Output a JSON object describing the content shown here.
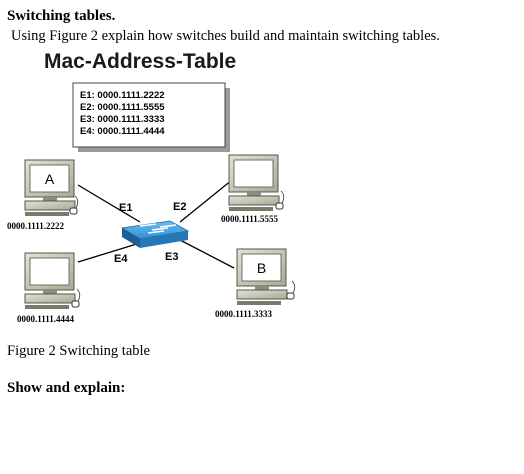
{
  "document": {
    "heading": "Switching tables.",
    "intro": "Using Figure 2 explain how switches build and maintain switching tables.",
    "caption": "Figure 2 Switching table",
    "prompt": "Show and explain:"
  },
  "figure": {
    "title": "Mac-Address-Table",
    "table_entries": [
      "E1: 0000.1111.2222",
      "E2: 0000.1111.5555",
      "E3: 0000.1111.3333",
      "E4: 0000.1111.4444"
    ],
    "ports": {
      "e1": "E1",
      "e2": "E2",
      "e3": "E3",
      "e4": "E4"
    },
    "hosts": {
      "top_left": {
        "screen_label": "A",
        "mac": "0000.1111.2222"
      },
      "top_right": {
        "screen_label": "",
        "mac": "0000.1111.5555"
      },
      "bottom_left": {
        "screen_label": "",
        "mac": "0000.1111.4444"
      },
      "bottom_right": {
        "screen_label": "B",
        "mac": "0000.1111.3333"
      }
    },
    "colors": {
      "switch_body": "#2e8fd4",
      "switch_dark": "#1a5f98",
      "computer_frame": "#c8c8b8",
      "computer_dark": "#55554a"
    }
  }
}
